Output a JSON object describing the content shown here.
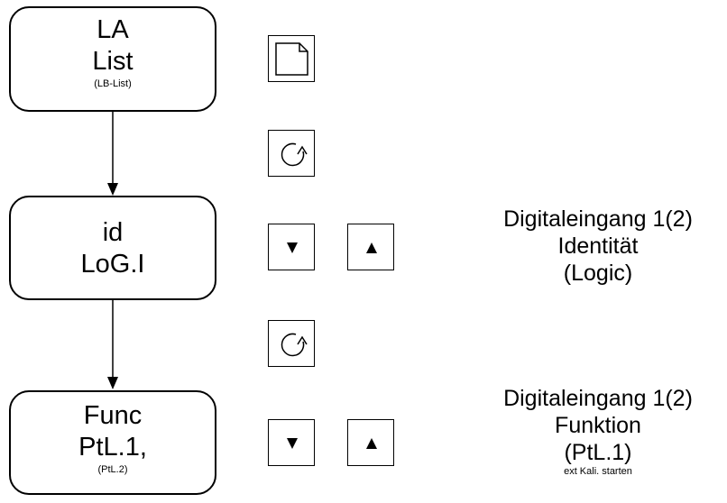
{
  "boxes": [
    {
      "line1": "LA",
      "line2": "List",
      "sub": "(LB-List)"
    },
    {
      "line1": "id",
      "line2": "LoG.I",
      "sub": ""
    },
    {
      "line1": "Func",
      "line2": "PtL.1,",
      "sub": "(PtL.2)"
    }
  ],
  "buttons": {
    "page": "page-icon",
    "cycle": "cycle-arrow-icon",
    "down": "down-triangle-icon",
    "up": "up-triangle-icon"
  },
  "descriptions": [
    {
      "lines": [
        "Digitaleingang 1(2)",
        "Identität",
        "(Logic)"
      ],
      "small": ""
    },
    {
      "lines": [
        "Digitaleingang 1(2)",
        "Funktion",
        "(PtL.1)"
      ],
      "small": "ext Kali. starten"
    }
  ]
}
